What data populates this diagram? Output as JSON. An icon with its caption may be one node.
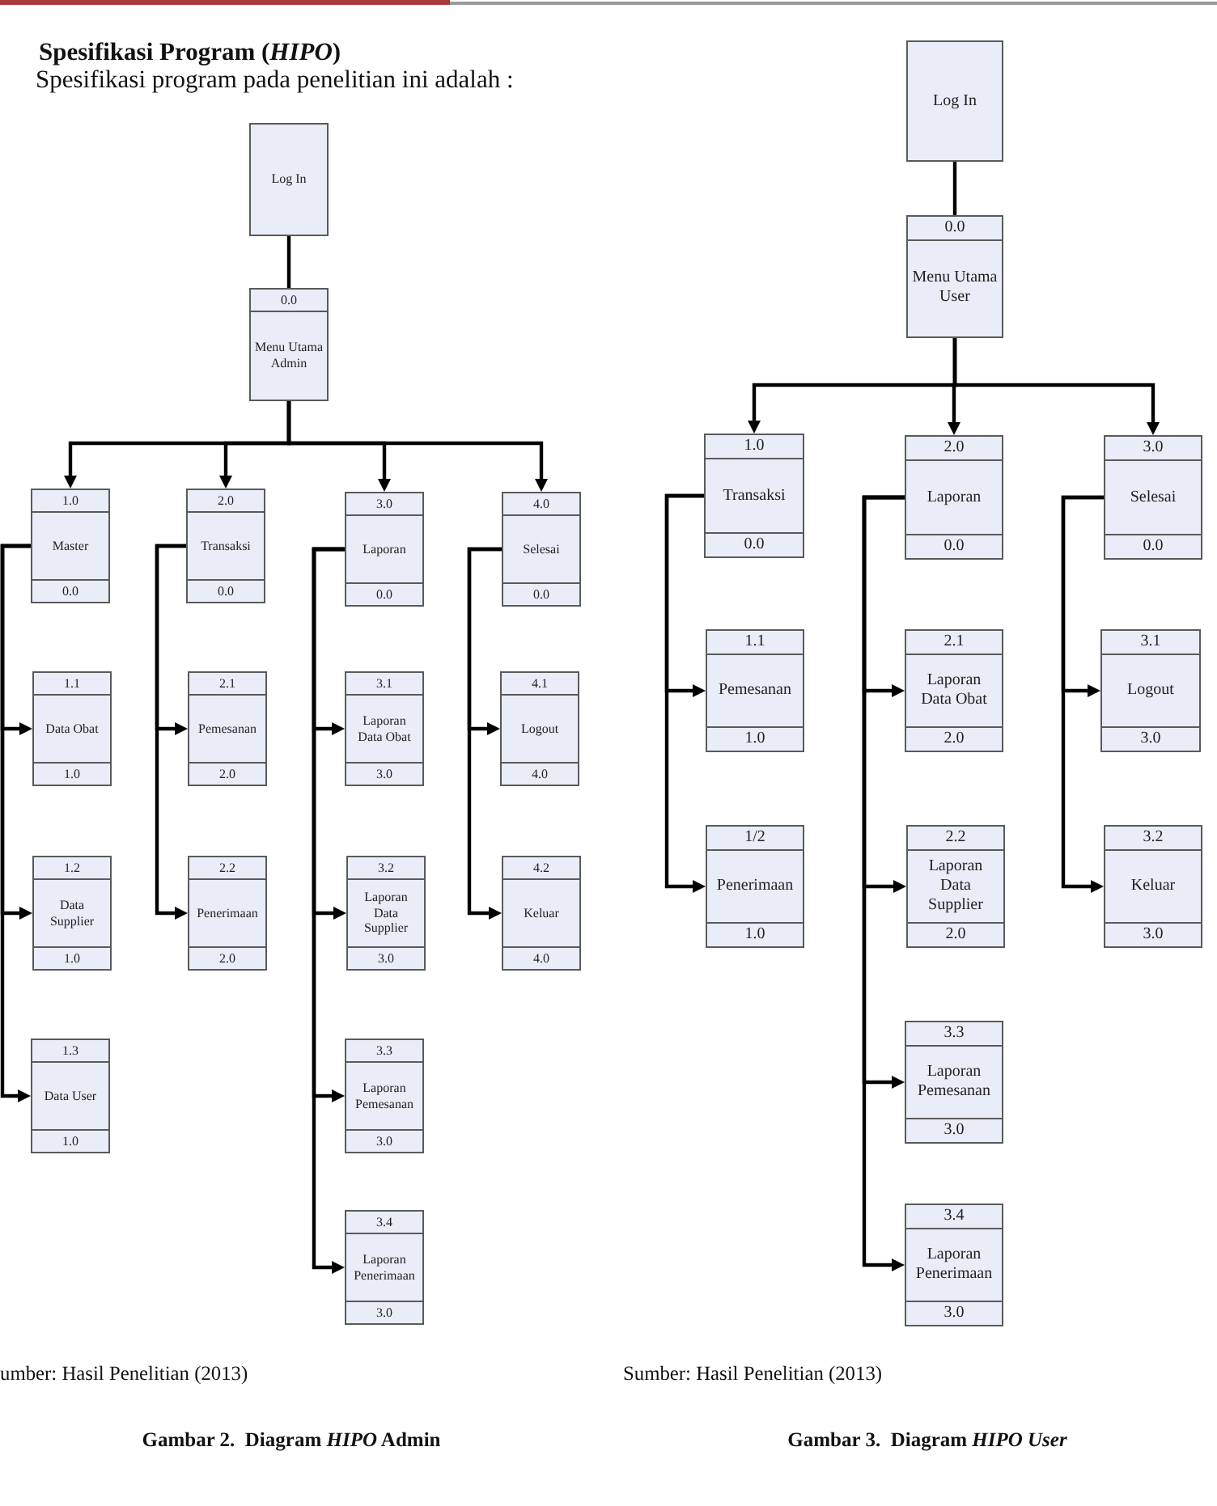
{
  "diagram": {
    "title": "Spesifikasi Program (*HIPO*)",
    "nodes": [
      {
        "text": [
          "Log In"
        ]
      },
      {
        "text": [
          "0.0",
          "Menu Utama Admin"
        ]
      },
      {
        "text": [
          "1.0",
          "Master",
          "0.0"
        ]
      },
      {
        "text": [
          "2.0",
          "Transaksi",
          "0.0"
        ]
      },
      {
        "text": [
          "3.0",
          "Laporan",
          "0.0"
        ]
      },
      {
        "text": [
          "4.0",
          "Selesai",
          "0.0"
        ]
      },
      {
        "text": [
          "1.1",
          "Data Obat",
          "1.0"
        ]
      },
      {
        "text": [
          "2.1",
          "Pemesanan",
          "2.0"
        ]
      },
      {
        "text": [
          "3.1",
          "Laporan Data Obat",
          "3.0"
        ]
      },
      {
        "text": [
          "4.1",
          "Logout",
          "4.0"
        ]
      },
      {
        "text": [
          "1.2",
          "Data Supplier",
          "1.0"
        ]
      },
      {
        "text": [
          "2.2",
          "Penerimaan",
          "2.0"
        ]
      },
      {
        "text": [
          "3.2",
          "Laporan Data Supplier",
          "3.0"
        ]
      },
      {
        "text": [
          "4.2",
          "Keluar",
          "4.0"
        ]
      },
      {
        "text": [
          "1.3",
          "Data User",
          "1.0"
        ]
      },
      {
        "text": [
          "3.3",
          "Laporan Pemesanan",
          "3.0"
        ]
      },
      {
        "text": [
          "3.4",
          "Laporan Penerimaan",
          "3.0"
        ]
      },
      {
        "text": [
          "Log In"
        ]
      },
      {
        "text": [
          "0.0",
          "Menu Utama User"
        ]
      },
      {
        "text": [
          "1.0",
          "Transaksi",
          "0.0"
        ]
      },
      {
        "text": [
          "2.0",
          "Laporan",
          "0.0"
        ]
      },
      {
        "text": [
          "3.0",
          "Selesai",
          "0.0"
        ]
      },
      {
        "text": [
          "1.1",
          "Pemesanan",
          "1.0"
        ]
      },
      {
        "text": [
          "2.1",
          "Laporan Data Obat",
          "2.0"
        ]
      },
      {
        "text": [
          "3.1",
          "Logout",
          "3.0"
        ]
      },
      {
        "text": [
          "1/2",
          "Penerimaan",
          "1.0"
        ]
      },
      {
        "text": [
          "2.2",
          "Laporan Data Supplier",
          "2.0"
        ]
      },
      {
        "text": [
          "3.2",
          "Keluar",
          "3.0"
        ]
      },
      {
        "text": [
          "3.3",
          "Laporan Pemesanan",
          "3.0"
        ]
      },
      {
        "text": [
          "3.4",
          "Laporan Penerimaan",
          "3.0"
        ]
      }
    ],
    "edges": [
      {
        "from": 0,
        "to": 1,
        "arrow": "none"
      },
      {
        "from": 1,
        "to": 2,
        "arrow": "to"
      },
      {
        "from": 1,
        "to": 3,
        "arrow": "to"
      },
      {
        "from": 1,
        "to": 4,
        "arrow": "to"
      },
      {
        "from": 1,
        "to": 5,
        "arrow": "to"
      },
      {
        "from": 2,
        "to": 6,
        "arrow": "to"
      },
      {
        "from": 2,
        "to": 10,
        "arrow": "to"
      },
      {
        "from": 2,
        "to": 14,
        "arrow": "to"
      },
      {
        "from": 3,
        "to": 7,
        "arrow": "to"
      },
      {
        "from": 3,
        "to": 11,
        "arrow": "to"
      },
      {
        "from": 4,
        "to": 8,
        "arrow": "to"
      },
      {
        "from": 4,
        "to": 12,
        "arrow": "to"
      },
      {
        "from": 4,
        "to": 15,
        "arrow": "to"
      },
      {
        "from": 4,
        "to": 16,
        "arrow": "to"
      },
      {
        "from": 5,
        "to": 9,
        "arrow": "to"
      },
      {
        "from": 5,
        "to": 13,
        "arrow": "to"
      },
      {
        "from": 17,
        "to": 18,
        "arrow": "none"
      },
      {
        "from": 18,
        "to": 19,
        "arrow": "to"
      },
      {
        "from": 18,
        "to": 20,
        "arrow": "to"
      },
      {
        "from": 18,
        "to": 21,
        "arrow": "to"
      },
      {
        "from": 19,
        "to": 22,
        "arrow": "to"
      },
      {
        "from": 19,
        "to": 25,
        "arrow": "to"
      },
      {
        "from": 20,
        "to": 23,
        "arrow": "to"
      },
      {
        "from": 20,
        "to": 26,
        "arrow": "to"
      },
      {
        "from": 20,
        "to": 28,
        "arrow": "to"
      },
      {
        "from": 20,
        "to": 29,
        "arrow": "to"
      },
      {
        "from": 21,
        "to": 24,
        "arrow": "to"
      },
      {
        "from": 21,
        "to": 27,
        "arrow": "to"
      }
    ],
    "labels": [
      "Spesifikasi program pada penelitian ini adalah :",
      "umber: Hasil Penelitian (2013)",
      "Sumber: Hasil Penelitian (2013)",
      "Gambar 2.  Diagram *HIPO* Admin",
      "Gambar 3.  Diagram *HIPO User*"
    ]
  }
}
